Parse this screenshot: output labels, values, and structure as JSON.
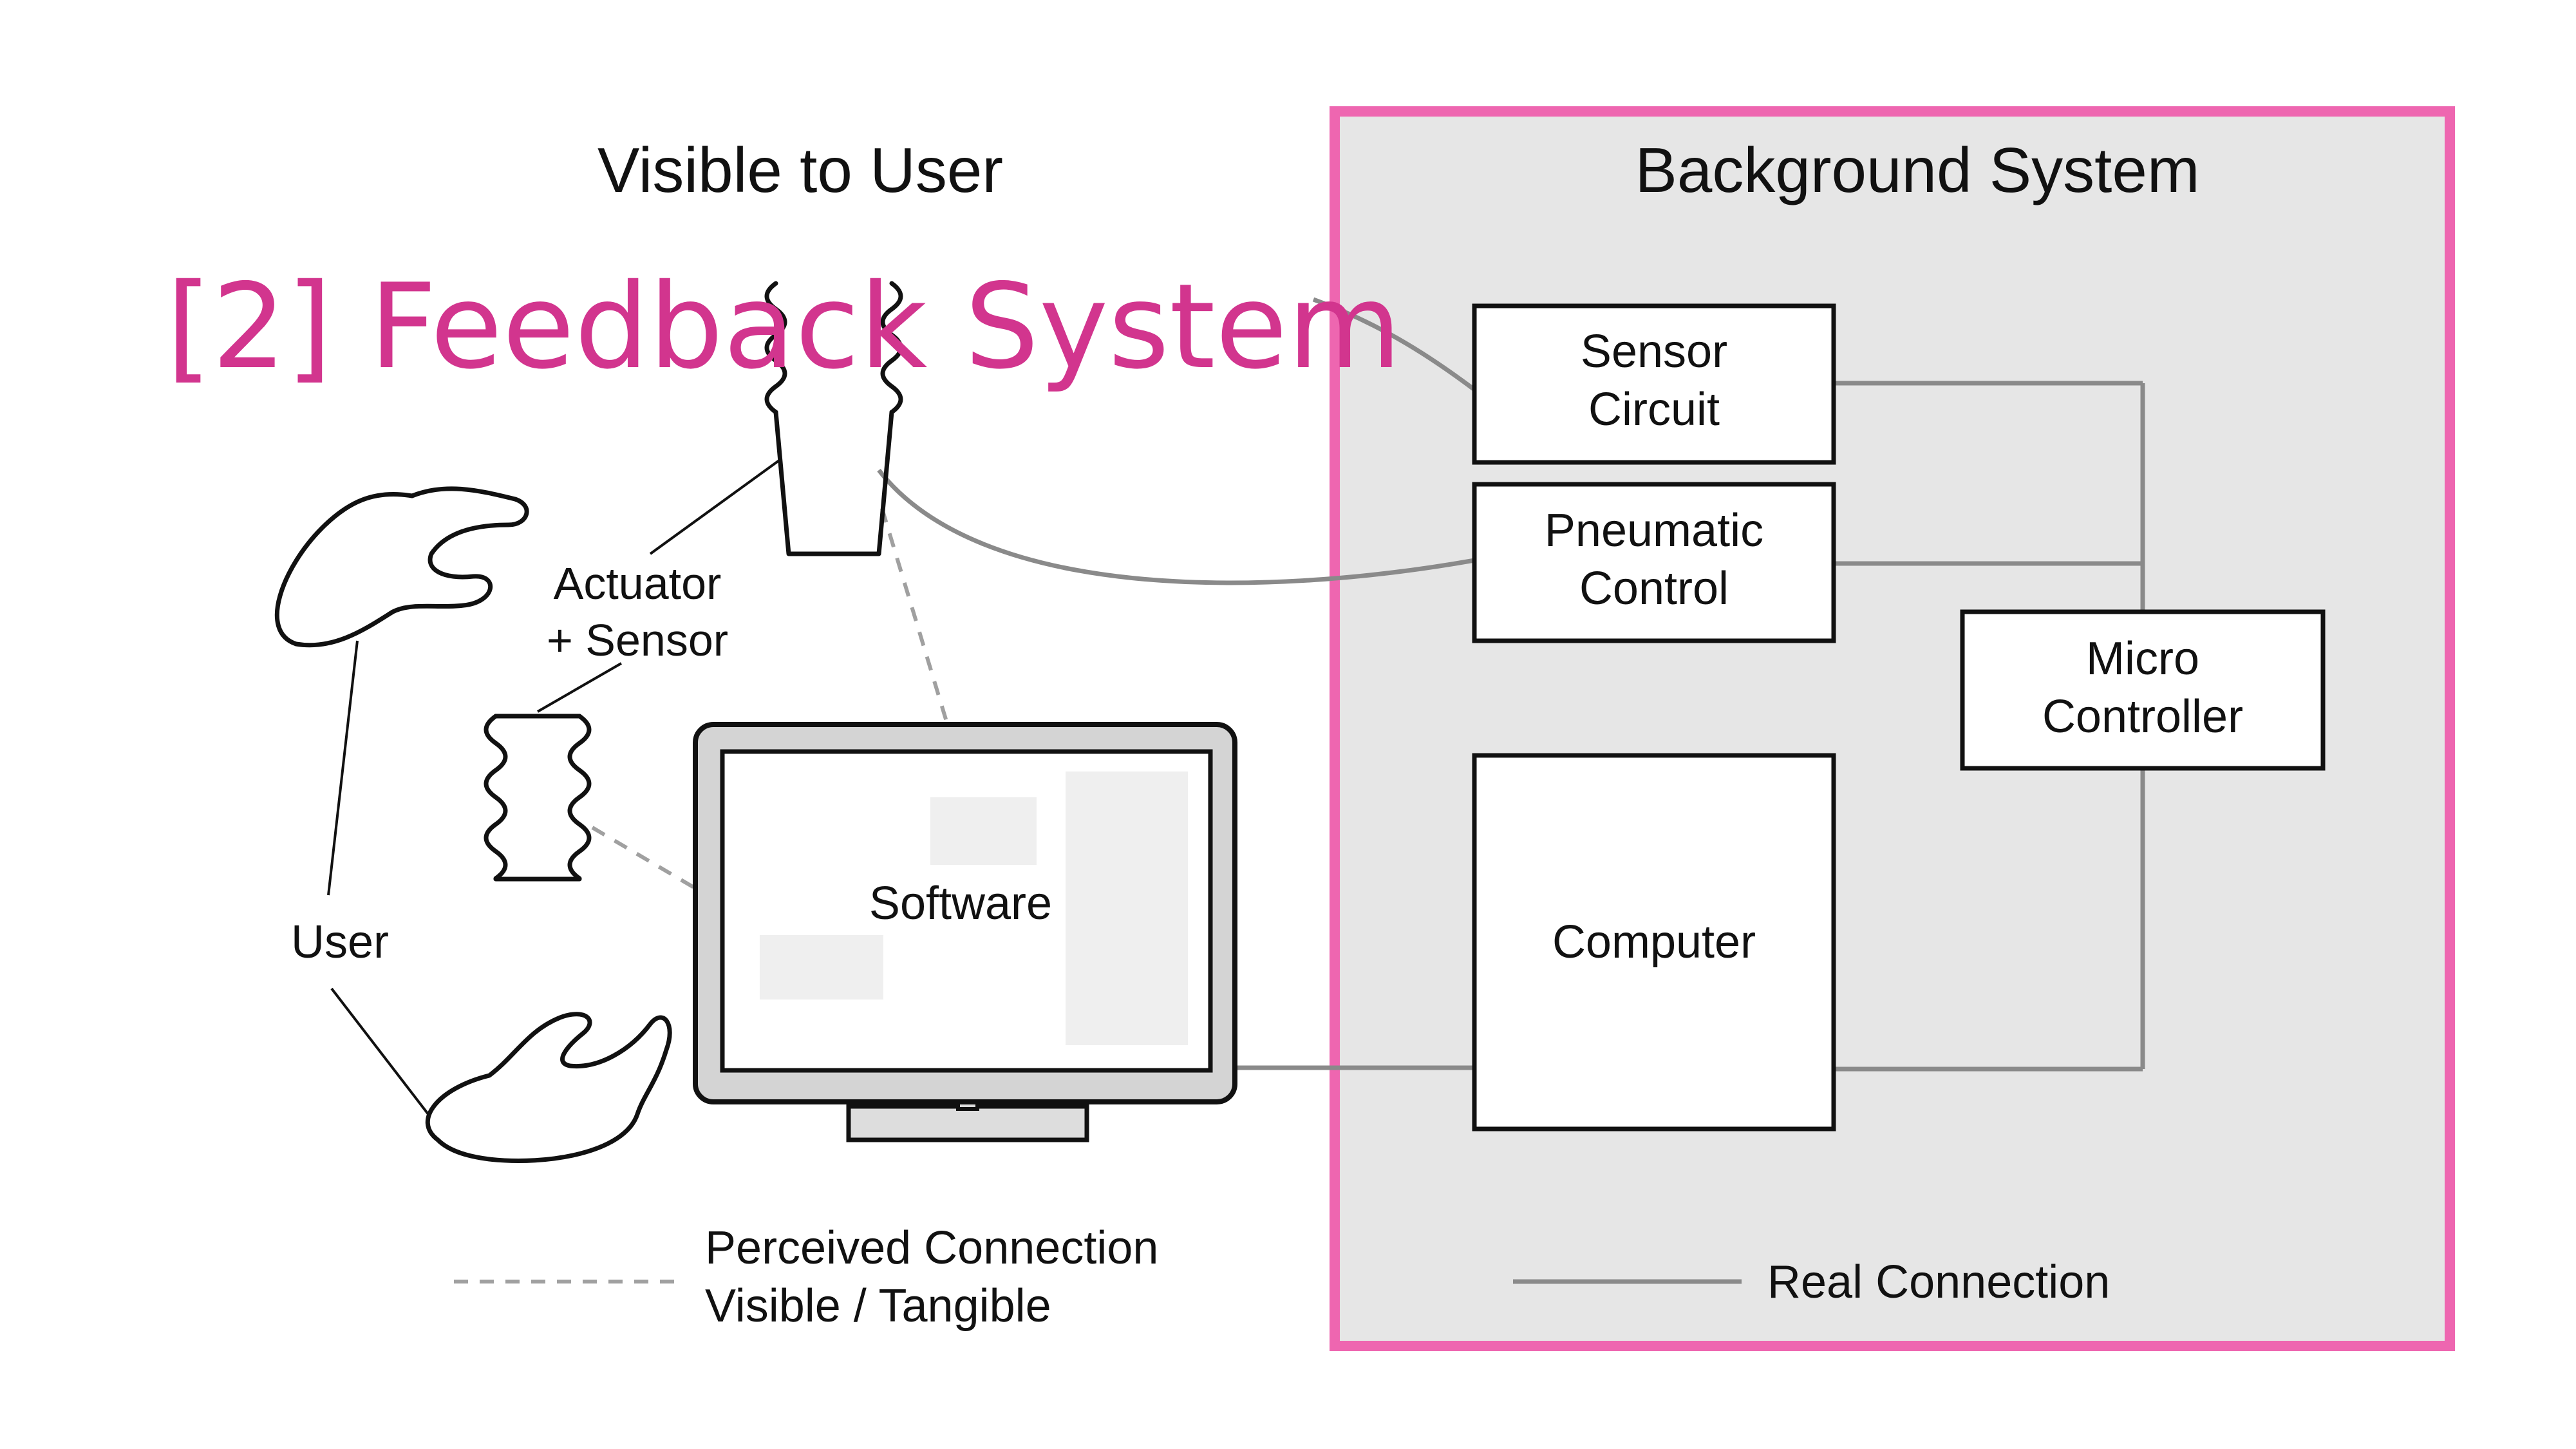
{
  "slide_title": "[2] Feedback System",
  "sections": {
    "visible": "Visible to User",
    "background": "Background System"
  },
  "components": {
    "sensor_circuit": [
      "Sensor",
      "Circuit"
    ],
    "pneumatic_control": [
      "Pneumatic",
      "Control"
    ],
    "micro_controller": [
      "Micro",
      "Controller"
    ],
    "computer": "Computer",
    "actuator_sensor": [
      "Actuator",
      "+ Sensor"
    ],
    "software": "Software",
    "user": "User"
  },
  "legend": {
    "perceived": [
      "Perceived Connection",
      "Visible / Tangible"
    ],
    "real": "Real Connection"
  },
  "colors": {
    "accent": "#d2358e",
    "frame": "#ee66b0",
    "panel": "#e6e6e6",
    "real_line": "#8a8a8a",
    "perceived_line": "#a0a0a0"
  },
  "icons": [
    "hand-upper-icon",
    "hand-lower-icon",
    "spring-actuator-icon",
    "monitor-icon"
  ]
}
